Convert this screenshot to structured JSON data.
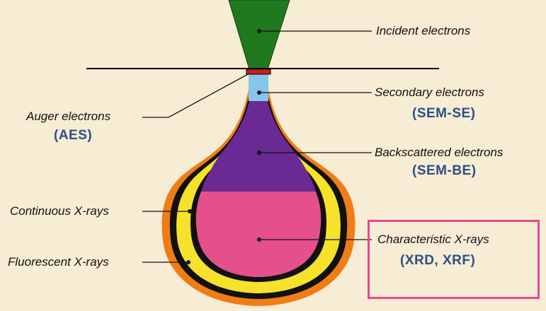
{
  "colors": {
    "background": "#f7ecd4",
    "incident_beam": "#1f7a1f",
    "auger_layer": "#d11a1a",
    "secondary_layer": "#86c6ea",
    "backscattered_region": "#6a2a93",
    "characteristic_region": "#e5508c",
    "continuous_shell": "#f6e22a",
    "fluorescent_shell": "#ef7d16",
    "acronym_text": "#2b5089",
    "highlight_border": "#e8478f"
  },
  "labels": {
    "incident": "Incident electrons",
    "secondary": "Secondary electrons",
    "secondary_acronym": "(SEM-SE)",
    "auger": "Auger electrons",
    "auger_acronym": "(AES)",
    "backscattered": "Backscattered electrons",
    "backscattered_acronym": "(SEM-BE)",
    "continuous": "Continuous X-rays",
    "fluorescent": "Fluorescent X-rays",
    "characteristic": "Characteristic X-rays",
    "characteristic_acronym": "(XRD, XRF)"
  }
}
